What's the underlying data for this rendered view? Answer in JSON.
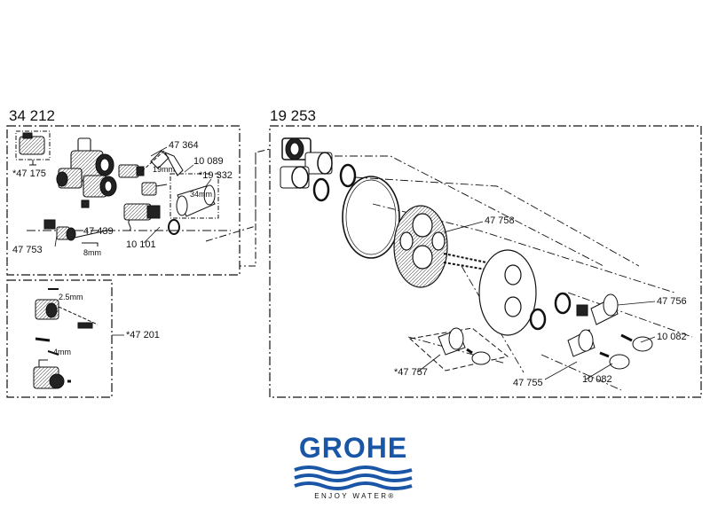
{
  "colors": {
    "brand": "#1a56a6",
    "line": "#111111",
    "background": "#ffffff"
  },
  "panels": {
    "left_top": {
      "title": "34 212"
    },
    "right": {
      "title": "19 253"
    }
  },
  "labels": {
    "p47175": "*47 175",
    "p47364": "47 364",
    "p10089": "10 089",
    "p19332": "*19 332",
    "p47439": "47 439",
    "p47753": "47 753",
    "p10101": "10 101",
    "p47201": "*47 201",
    "p47758": "47 758",
    "p47756": "47 756",
    "p10082a": "10 082",
    "p47757": "*47 757",
    "p47755": "47 755",
    "p10082b": "10 082"
  },
  "dimensions": {
    "d19mm": "19mm",
    "d34mm": "34mm",
    "d8mm": "8mm",
    "d25mm": "2.5mm",
    "d4mm": "4mm"
  },
  "logo": {
    "word": "GROHE",
    "tagline": "ENJOY WATER®",
    "icon": "wave-icon"
  }
}
